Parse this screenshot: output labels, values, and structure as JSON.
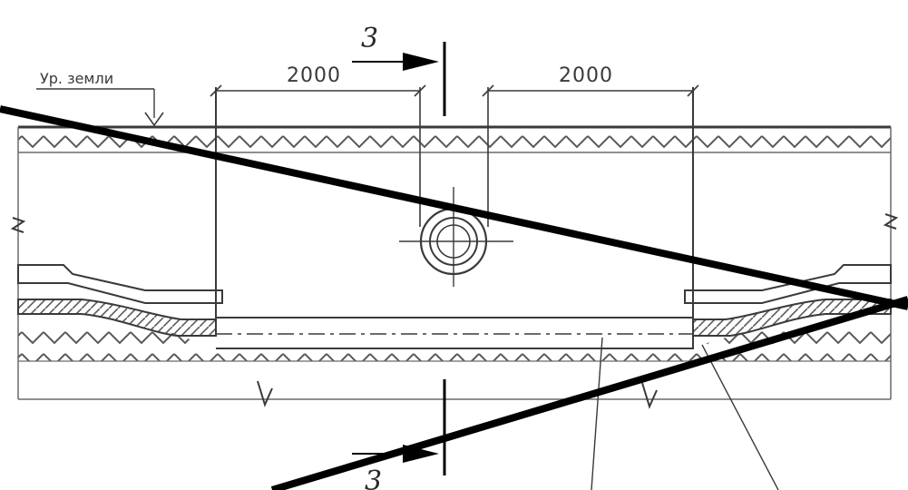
{
  "drawing": {
    "ground_level_label": "Ур. земли",
    "dimensions": [
      "2000",
      "2000"
    ],
    "section_marks": [
      "3",
      "3"
    ],
    "colors": {
      "line": "#3a3a3a",
      "heavy": "#000000",
      "hatch": "#5a5a5a",
      "background": "#ffffff"
    }
  }
}
